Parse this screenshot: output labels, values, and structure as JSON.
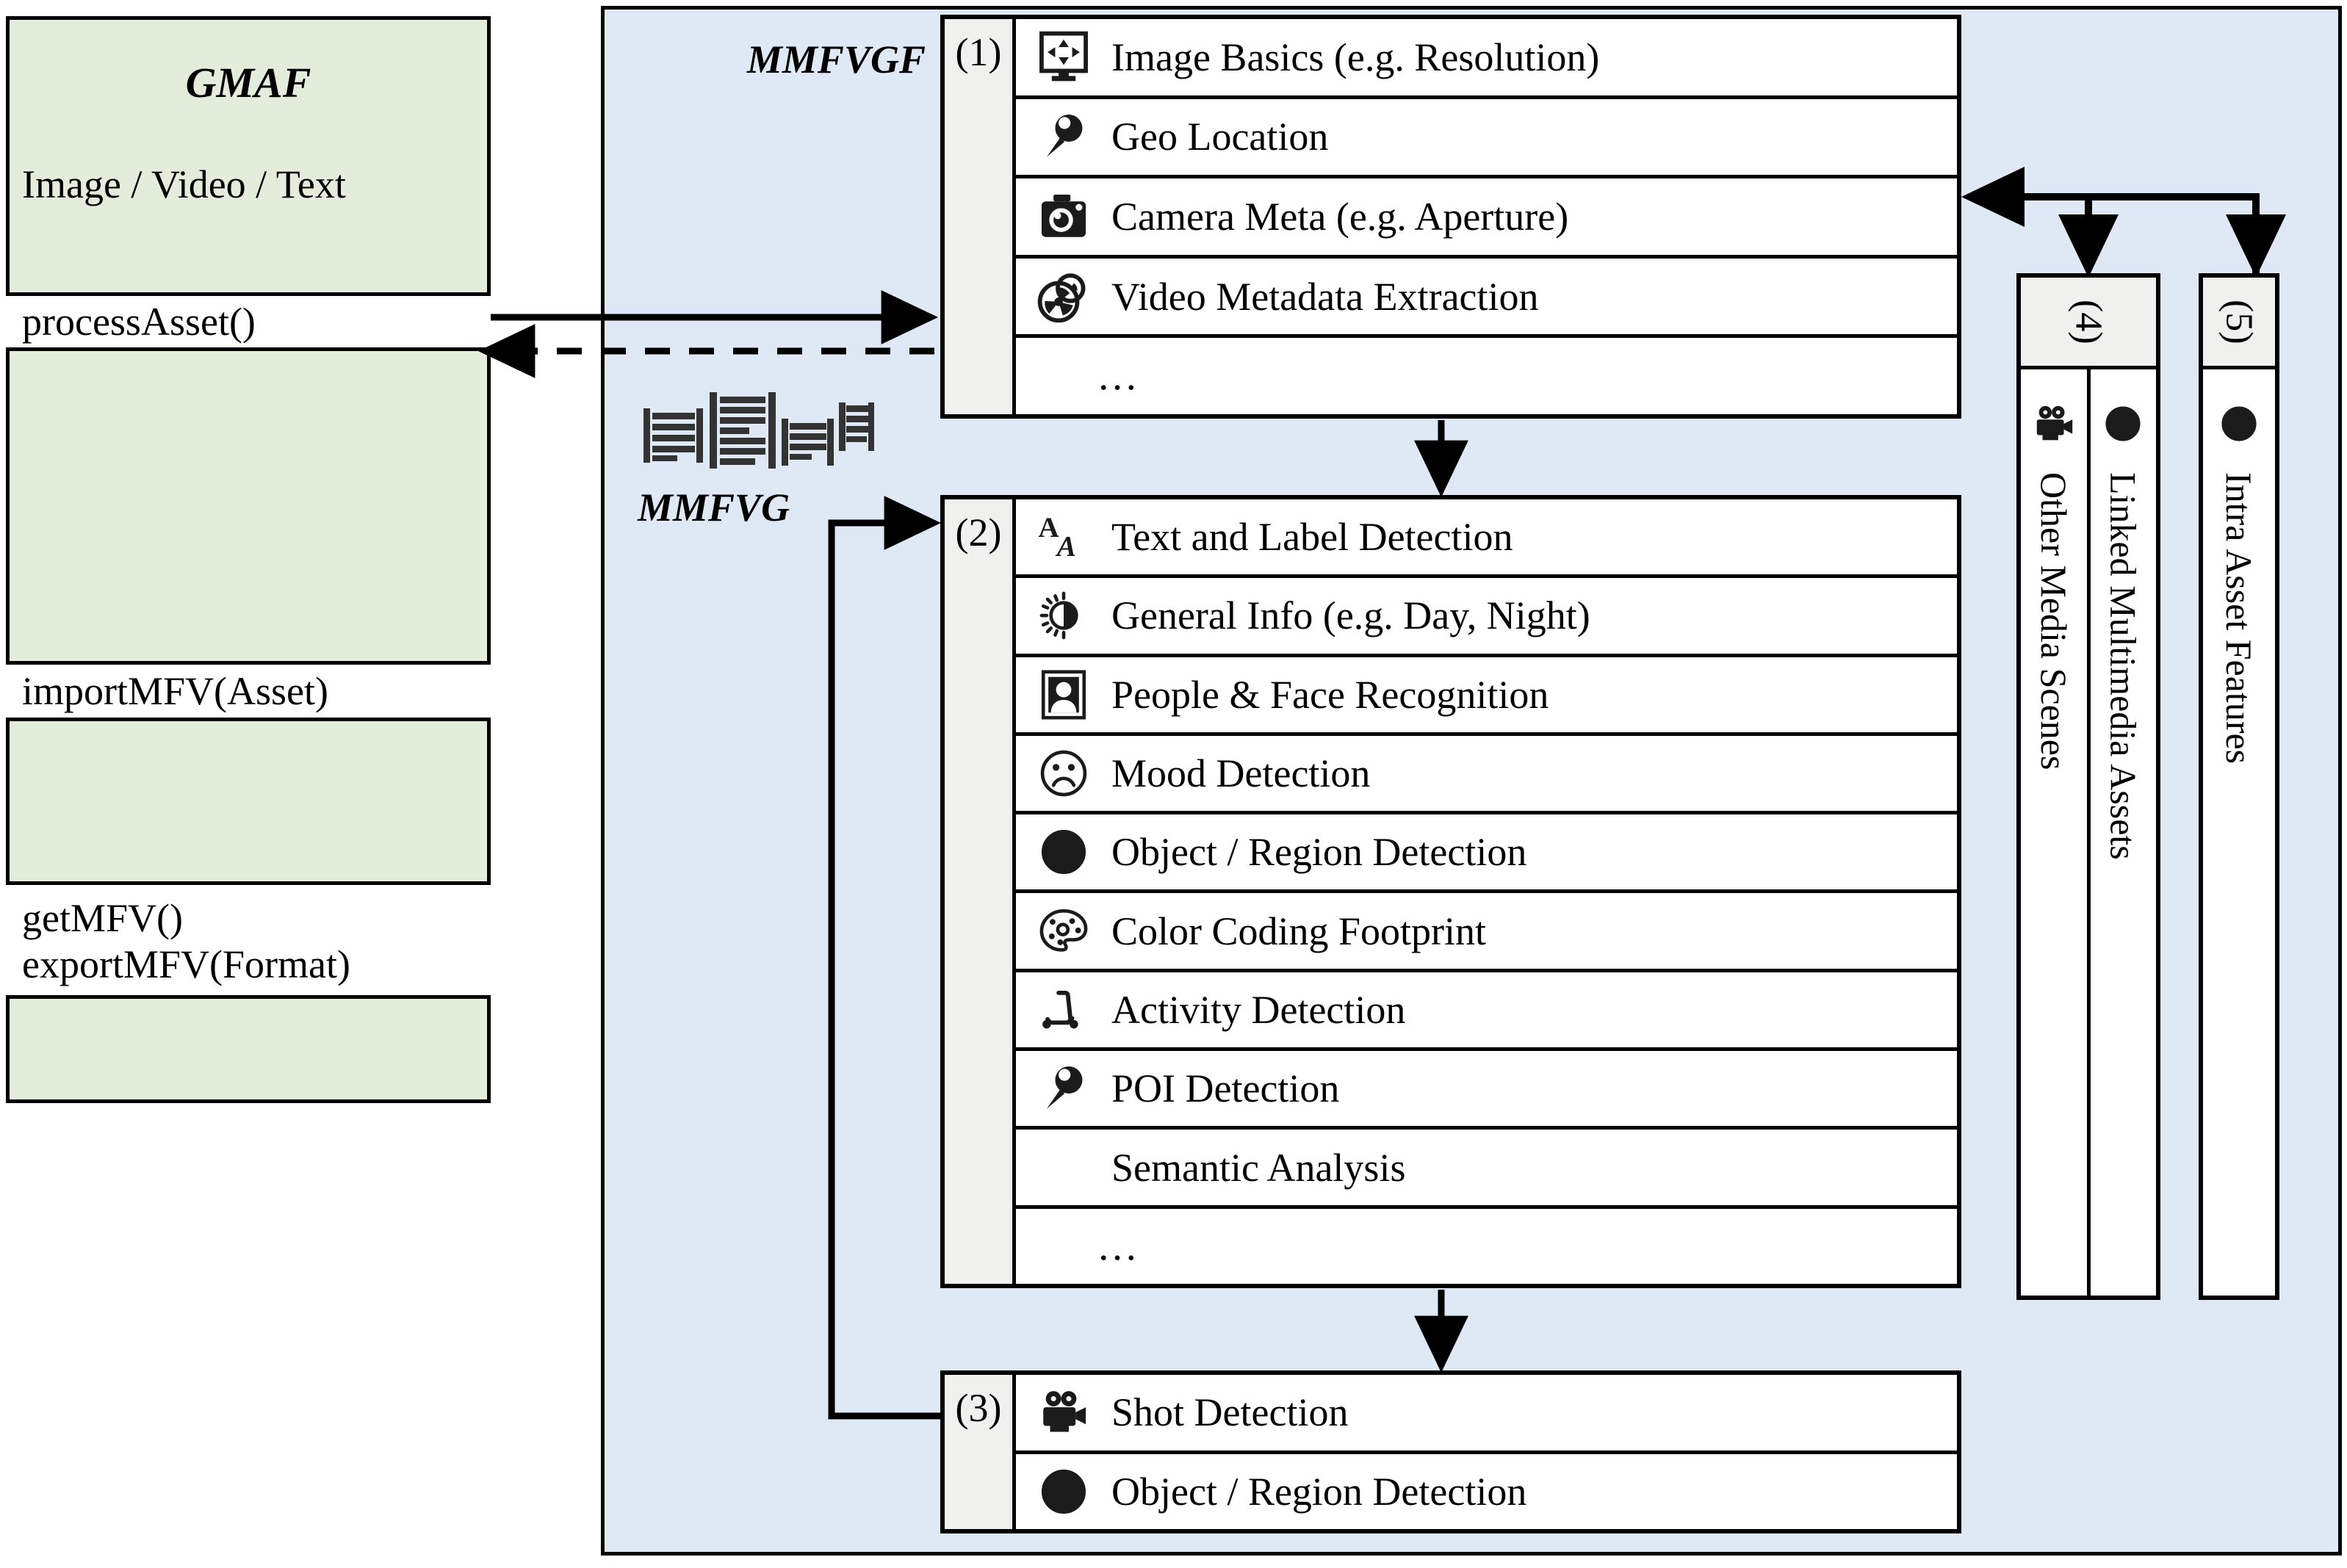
{
  "gmaf": {
    "title": "GMAF",
    "subtitle": "Image / Video / Text",
    "methods": {
      "process": "processAsset()",
      "import": "importMFV(Asset)",
      "get": "getMFV()",
      "export": "exportMFV(Format)"
    }
  },
  "mmfvgf": {
    "title": "MMFVGF",
    "graph_title": "MMFVG",
    "graph_icon": "multi-document-graph-icon"
  },
  "sections": [
    {
      "number": "(1)",
      "rows": [
        {
          "icon": "monitor-resize-icon",
          "label": "Image Basics (e.g. Resolution)"
        },
        {
          "icon": "map-pin-icon",
          "label": "Geo Location"
        },
        {
          "icon": "camera-icon",
          "label": "Camera Meta (e.g. Aperture)"
        },
        {
          "icon": "film-reel-icon",
          "label": "Video Metadata Extraction"
        },
        {
          "icon": "",
          "label": "…"
        }
      ]
    },
    {
      "number": "(2)",
      "rows": [
        {
          "icon": "letters-aa-icon",
          "label": "Text and Label Detection"
        },
        {
          "icon": "brightness-day-night-icon",
          "label": "General Info (e.g. Day, Night)"
        },
        {
          "icon": "portrait-person-icon",
          "label": "People & Face Recognition"
        },
        {
          "icon": "sad-face-icon",
          "label": "Mood Detection"
        },
        {
          "icon": "sphere-object-icon",
          "label": "Object / Region Detection"
        },
        {
          "icon": "color-palette-icon",
          "label": "Color Coding Footprint"
        },
        {
          "icon": "scooter-icon",
          "label": "Activity Detection"
        },
        {
          "icon": "map-pin-icon",
          "label": "POI Detection"
        },
        {
          "icon": "",
          "label": "Semantic Analysis"
        },
        {
          "icon": "",
          "label": "…"
        }
      ]
    },
    {
      "number": "(3)",
      "rows": [
        {
          "icon": "movie-camera-icon",
          "label": "Shot Detection"
        },
        {
          "icon": "sphere-object-icon",
          "label": "Object / Region Detection"
        }
      ]
    }
  ],
  "side_boxes": [
    {
      "number": "(4)",
      "columns": [
        {
          "icon": "movie-camera-icon",
          "label": "Other Media Scenes"
        },
        {
          "icon": "sphere-object-icon",
          "label": "Linked Multimedia Assets"
        }
      ]
    },
    {
      "number": "(5)",
      "columns": [
        {
          "icon": "sphere-object-icon",
          "label": "Intra Asset Features"
        }
      ]
    }
  ],
  "colors": {
    "gmaf_fill": "#E4EDDC",
    "panel_fill": "#DFE8F5",
    "number_cell_fill": "#F0F0EF",
    "stroke": "#000000",
    "row_fill": "#FFFFFF"
  }
}
